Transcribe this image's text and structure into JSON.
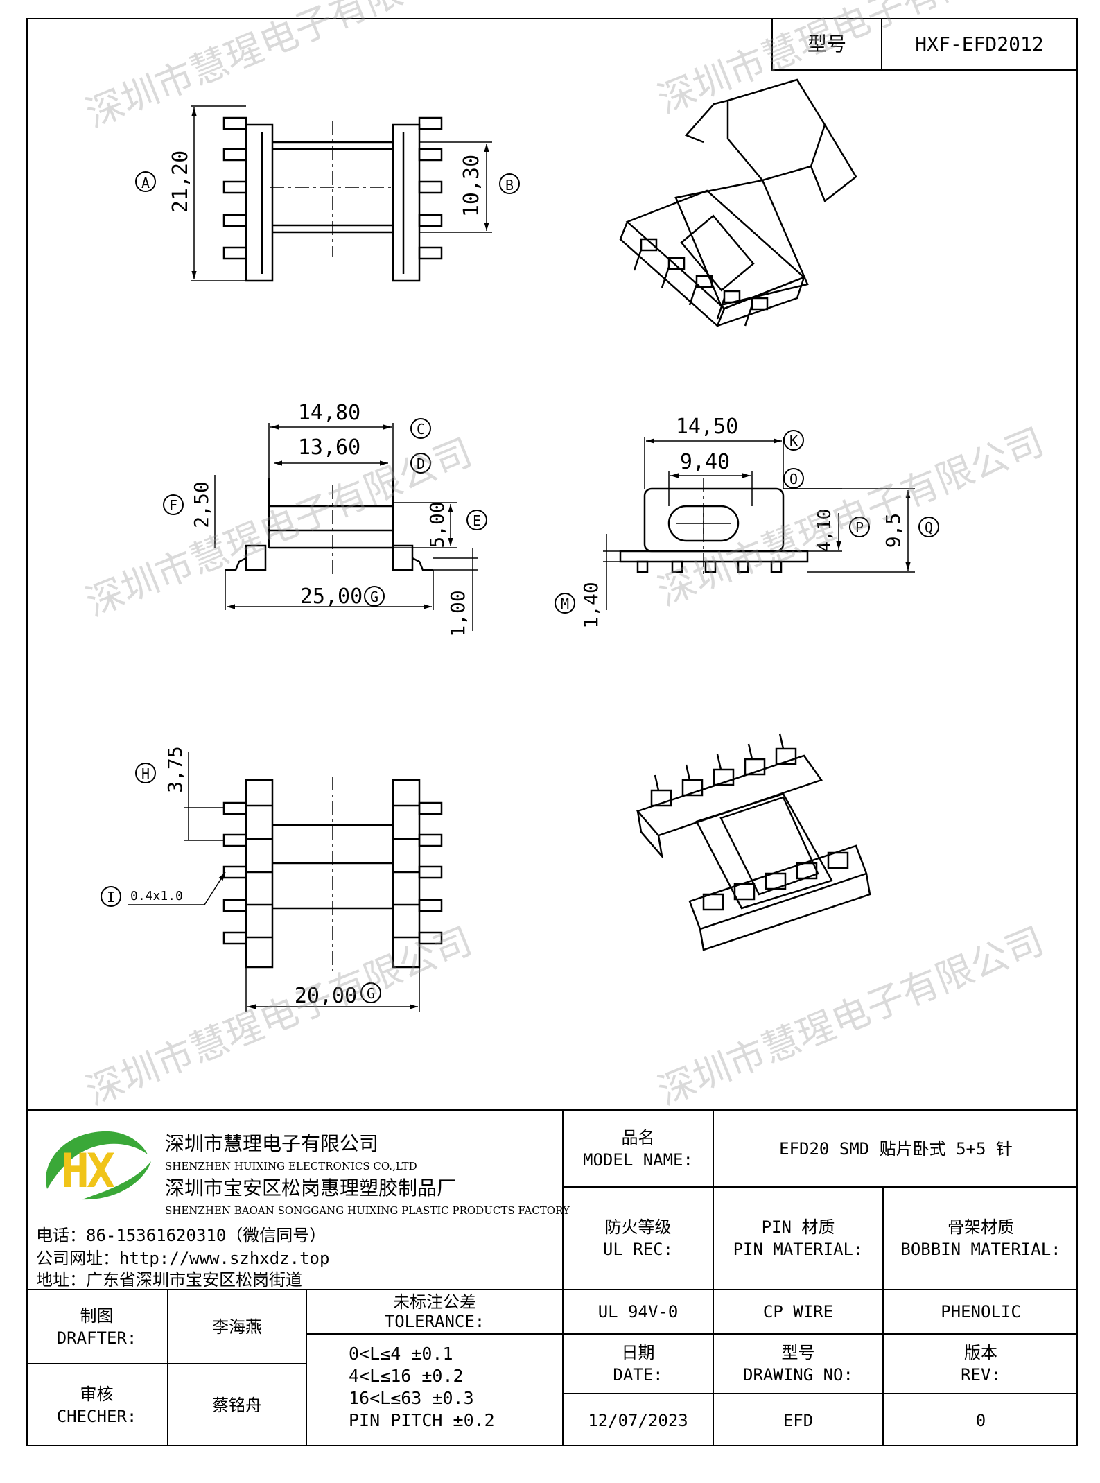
{
  "header": {
    "model_label": "型号",
    "model_value": "HXF-EFD2012"
  },
  "dims": {
    "A": "A",
    "a_val": "21,20",
    "B": "B",
    "b_val": "10,30",
    "C": "C",
    "c_val": "14,80",
    "D": "D",
    "d_val": "13,60",
    "E": "E",
    "e_val": "5,00",
    "F": "F",
    "f_val": "2,50",
    "G": "G",
    "g_val": "25,00",
    "g2_val": "1,00",
    "K": "K",
    "k_val": "14,50",
    "O": "O",
    "o_val": "9,40",
    "P": "P",
    "p_val": "4,10",
    "Q": "Q",
    "q_val": "9,5",
    "M": "M",
    "m_val": "1,40",
    "H": "H",
    "h_val": "3,75",
    "I": "I",
    "i_val": "0.4x1.0",
    "G3": "G",
    "g3_val": "20,00"
  },
  "company": {
    "name_cn": "深圳市慧理电子有限公司",
    "name_en": "SHENZHEN HUIXING ELECTRONICS CO.,LTD",
    "factory_cn": "深圳市宝安区松岗惠理塑胶制品厂",
    "factory_en": "SHENZHEN BAOAN SONGGANG HUIXING PLASTIC PRODUCTS FACTORY",
    "phone": "电话：86-15361620310（微信同号）",
    "website": "公司网址：http://www.szhxdz.top",
    "address": "地址：广东省深圳市宝安区松岗街道",
    "logo_text": "HX"
  },
  "titleblock": {
    "model_name_cn": "品名",
    "model_name_en": "MODEL NAME:",
    "model_name_value": "EFD20 SMD 贴片卧式 5+5 针",
    "ul_cn": "防火等级",
    "ul_en": "UL REC:",
    "pin_cn": "PIN 材质",
    "pin_en": "PIN MATERIAL:",
    "bobbin_cn": "骨架材质",
    "bobbin_en": "BOBBIN MATERIAL:",
    "ul_value": "UL 94V-0",
    "pin_value": "CP WIRE",
    "bobbin_value": "PHENOLIC",
    "drafter_cn": "制图",
    "drafter_en": "DRAFTER:",
    "drafter_name": "李海燕",
    "checker_cn": "审核",
    "checker_en": "CHECHER:",
    "checker_name": "蔡铭舟",
    "tol_cn": "未标注公差",
    "tol_en": "TOLERANCE:",
    "tol_lines": [
      "0<L≤4  ±0.1",
      "4<L≤16 ±0.2",
      "16<L≤63 ±0.3",
      "PIN PITCH ±0.2"
    ],
    "date_cn": "日期",
    "date_en": "DATE:",
    "drawing_cn": "型号",
    "drawing_en": "DRAWING NO:",
    "rev_cn": "版本",
    "rev_en": "REV:",
    "date_value": "12/07/2023",
    "drawing_value": "EFD",
    "rev_value": "0"
  },
  "watermark": "深圳市慧瑆电子有限公司",
  "colors": {
    "logo_green": "#3aa838",
    "logo_yellow": "#f0c419",
    "line": "#000000"
  }
}
